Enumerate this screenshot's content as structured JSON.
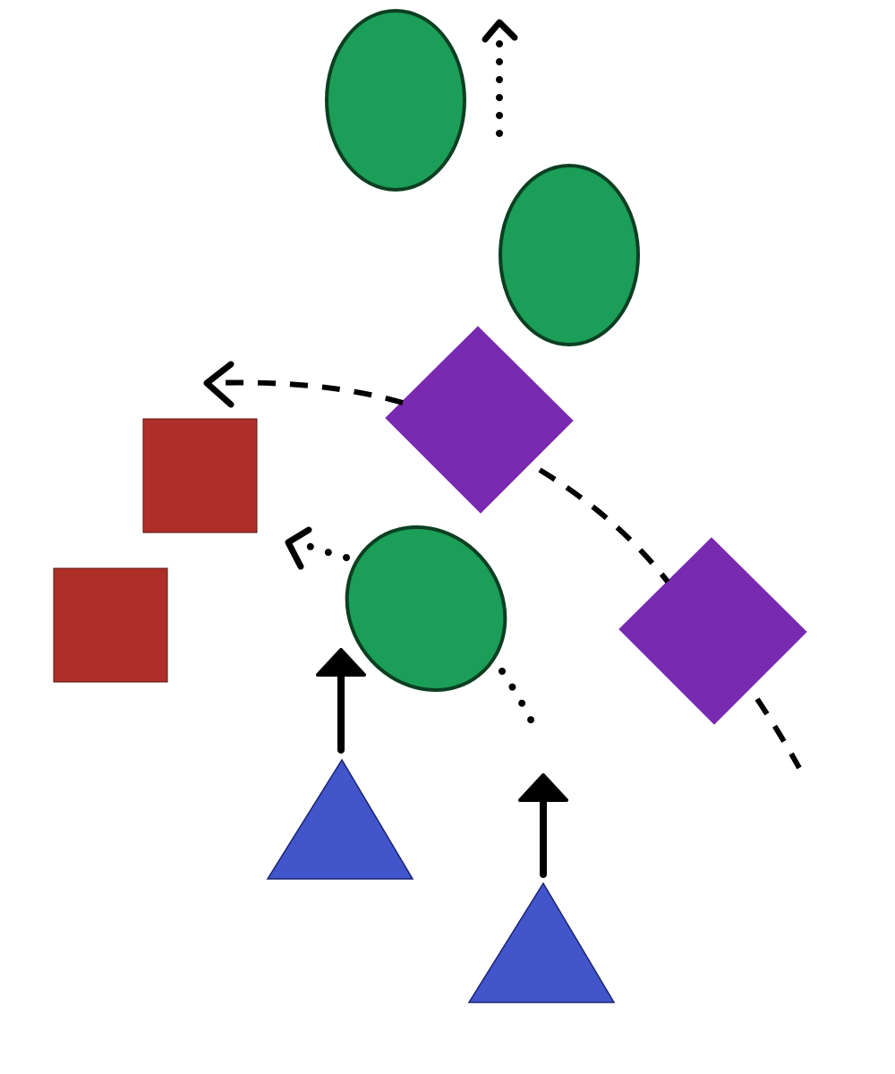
{
  "colors": {
    "background": "#ffffff",
    "ellipse_fill": "#1b9e57",
    "ellipse_stroke": "#0c3f22",
    "diamond_fill": "#782ab0",
    "square_fill": "#ae2f27",
    "square_stroke": "#5a1510",
    "triangle_fill": "#4255cb",
    "triangle_stroke": "#1a2470",
    "arrow": "#000000"
  },
  "shapes": [
    {
      "id": "ellipse-top",
      "kind": "ellipse"
    },
    {
      "id": "ellipse-right",
      "kind": "ellipse"
    },
    {
      "id": "ellipse-middle-tilted",
      "kind": "ellipse"
    },
    {
      "id": "diamond-center",
      "kind": "diamond"
    },
    {
      "id": "diamond-right",
      "kind": "diamond"
    },
    {
      "id": "square-upper",
      "kind": "square"
    },
    {
      "id": "square-lower",
      "kind": "square"
    },
    {
      "id": "triangle-left",
      "kind": "triangle"
    },
    {
      "id": "triangle-right",
      "kind": "triangle"
    }
  ],
  "arrows": [
    {
      "id": "arrow-dotted-up",
      "line_style": "dotted",
      "head": "open-chevron"
    },
    {
      "id": "arrow-dashed-left",
      "line_style": "dashed",
      "head": "open-chevron"
    },
    {
      "id": "arrow-dotted-left",
      "line_style": "dotted",
      "head": "open-chevron"
    },
    {
      "id": "arrow-solid-up-left",
      "line_style": "solid",
      "head": "filled-triangle"
    },
    {
      "id": "arrow-solid-up-right",
      "line_style": "solid",
      "head": "filled-triangle"
    },
    {
      "id": "line-dashed-diagonal",
      "line_style": "dashed",
      "head": "none"
    },
    {
      "id": "line-dotted-diagonal",
      "line_style": "dotted",
      "head": "none"
    }
  ]
}
